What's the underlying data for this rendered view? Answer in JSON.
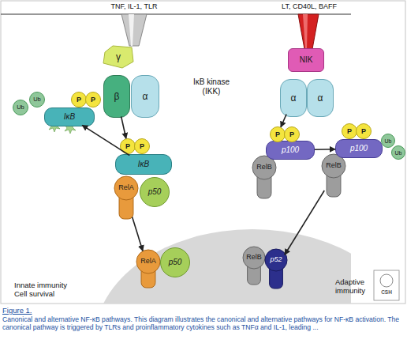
{
  "diagram": {
    "title": "Figure 1.",
    "caption": "Canonical and alternative NF-κB pathways. This diagram illustrates the canonical and alternative pathways for NF-κB activation. The canonical pathway is triggered by TLRs and proinflammatory cytokines such as TNFα and IL-1, leading ...",
    "nodes": [
      {
        "text": [
          "γ"
        ]
      },
      {
        "text": [
          "β"
        ]
      },
      {
        "text": [
          "α"
        ]
      },
      {
        "text": [
          "NIK"
        ]
      },
      {
        "text": [
          "α"
        ]
      },
      {
        "text": [
          "α"
        ]
      },
      {
        "text": [
          "Ub"
        ]
      },
      {
        "text": [
          "Ub"
        ]
      },
      {
        "text": [
          "P"
        ]
      },
      {
        "text": [
          "P"
        ]
      },
      {
        "text": [
          "IκB"
        ]
      },
      {
        "text": [
          "P"
        ]
      },
      {
        "text": [
          "P"
        ]
      },
      {
        "text": [
          "IκB"
        ]
      },
      {
        "text": [
          "RelA"
        ]
      },
      {
        "text": [
          "p50"
        ]
      },
      {
        "text": [
          "P"
        ]
      },
      {
        "text": [
          "P"
        ]
      },
      {
        "text": [
          "p100"
        ]
      },
      {
        "text": [
          "RelB"
        ]
      },
      {
        "text": [
          "P"
        ]
      },
      {
        "text": [
          "P"
        ]
      },
      {
        "text": [
          "p100"
        ]
      },
      {
        "text": [
          "Ub"
        ]
      },
      {
        "text": [
          "Ub"
        ]
      },
      {
        "text": [
          "RelB"
        ]
      },
      {
        "text": [
          "RelA"
        ]
      },
      {
        "text": [
          "p50"
        ]
      },
      {
        "text": [
          "RelB"
        ]
      },
      {
        "text": [
          "p52"
        ]
      }
    ],
    "edges": [
      {
        "from": 1,
        "to": 11,
        "arrow": "to"
      },
      {
        "from": 13,
        "to": 10,
        "arrow": "to"
      },
      {
        "from": 14,
        "to": 26,
        "arrow": "to"
      },
      {
        "from": 4,
        "to": 16,
        "arrow": "to"
      },
      {
        "from": 18,
        "to": 22,
        "arrow": "to"
      },
      {
        "from": 25,
        "to": 29,
        "arrow": "to"
      }
    ],
    "labels": [
      "TNF, IL-1, TLR",
      "LT, CD40L, BAFF",
      "IκB kinase (IKK)",
      "Innate immunity Cell survival",
      "Adaptive immunity",
      "CSH"
    ]
  }
}
